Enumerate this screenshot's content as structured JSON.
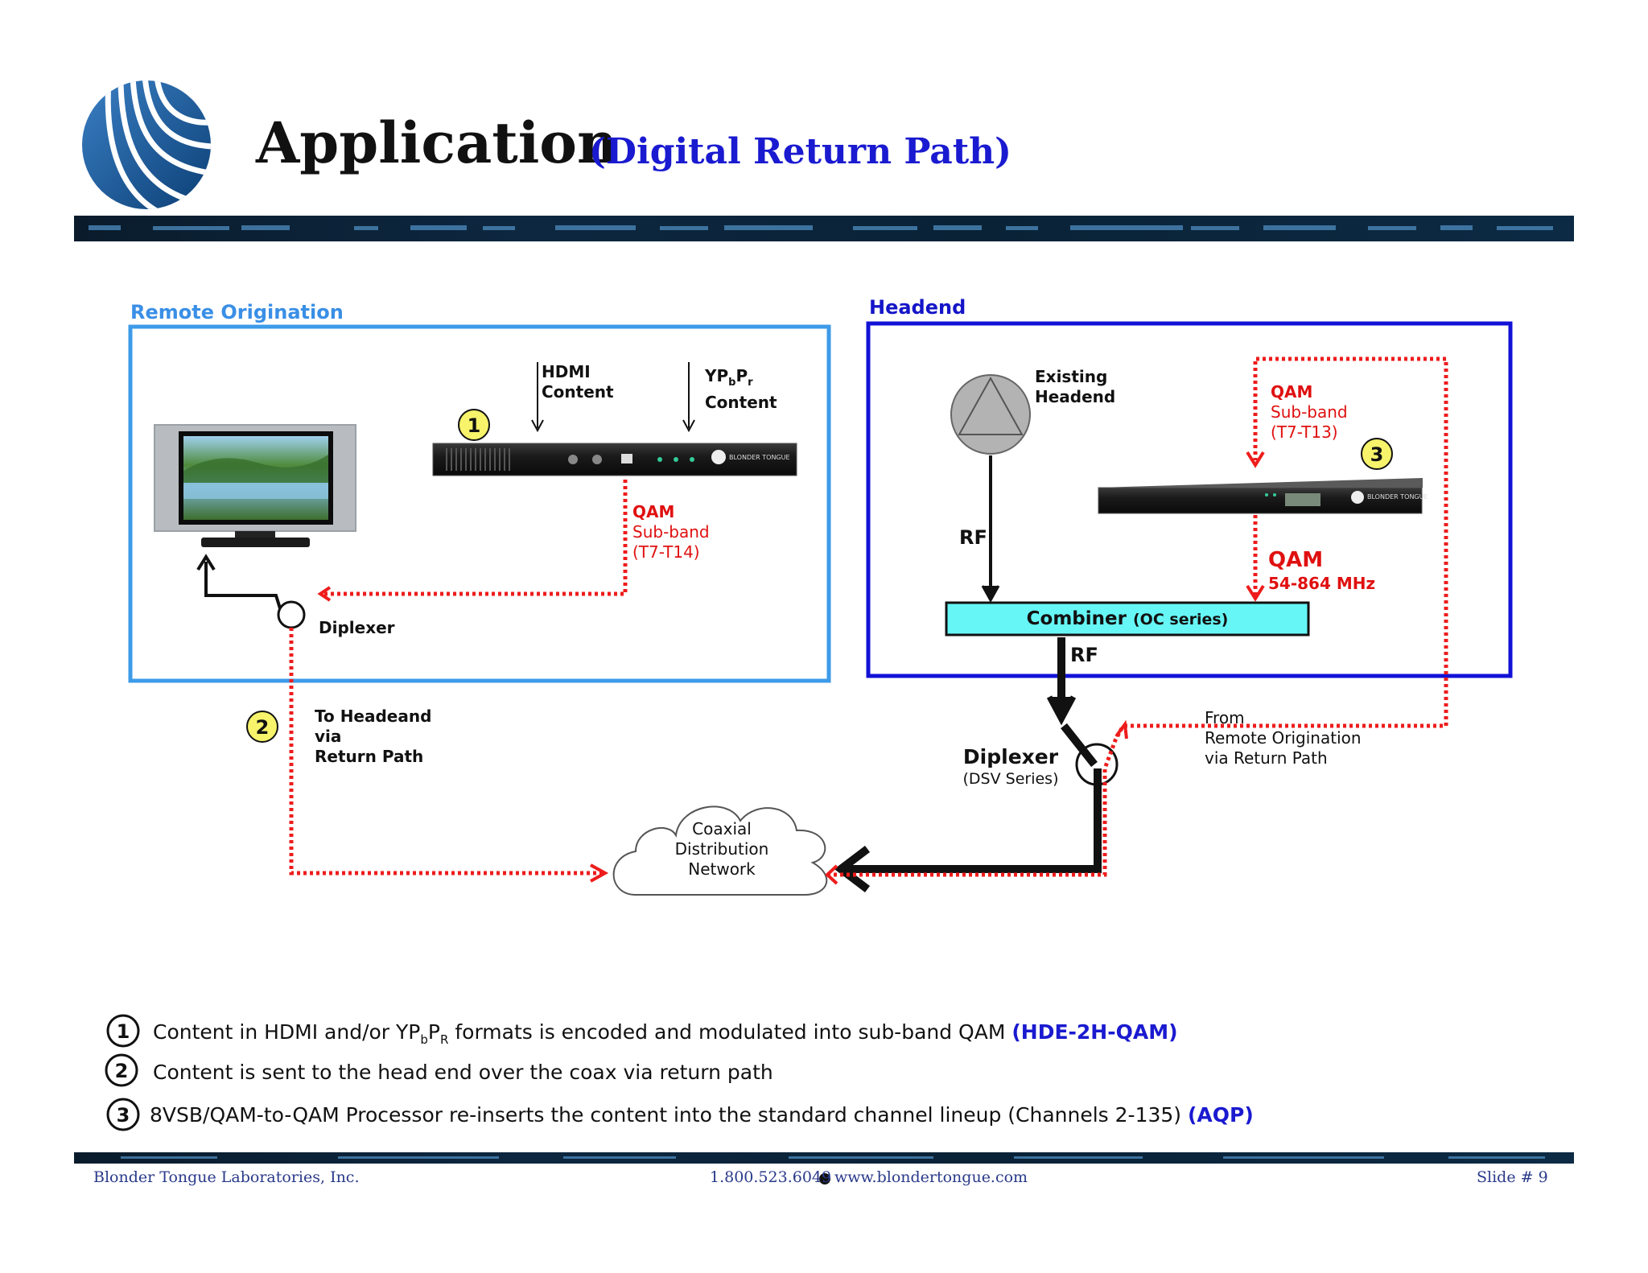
{
  "header": {
    "title": "Application",
    "subtitle": "(Digital Return Path)"
  },
  "sections": {
    "remote_origination": "Remote Origination",
    "headend": "Headend"
  },
  "remote": {
    "hdmi_label_1": "HDMI",
    "hdmi_label_2": "Content",
    "ypbpr_label_1": "YP",
    "ypbpr_sub_b": "b",
    "ypbpr_P": "P",
    "ypbpr_sub_r": "r",
    "ypbpr_label_2": "Content",
    "qam_1": "QAM",
    "qam_2": "Sub-band",
    "qam_3": "(T7-T14)",
    "diplexer": "Diplexer",
    "to_headend_1": "To Headeand",
    "to_headend_2": "via",
    "to_headend_3": "Return Path"
  },
  "headend": {
    "existing_1": "Existing",
    "existing_2": "Headend",
    "qam_1": "QAM",
    "qam_2": "Sub-band",
    "qam_3": "(T7-T13)",
    "rf_left": "RF",
    "qam_out_1": "QAM",
    "qam_out_2": "54-864 MHz",
    "combiner": "Combiner",
    "combiner_series": "(OC series)",
    "rf_below": "RF",
    "diplexer": "Diplexer",
    "diplexer_series": "(DSV Series)",
    "from_1": "From",
    "from_2": "Remote Origination",
    "from_3": "via Return Path"
  },
  "cloud": {
    "line1": "Coaxial",
    "line2": "Distribution",
    "line3": "Network"
  },
  "badges": [
    "1",
    "2",
    "3"
  ],
  "device_brand": "BLONDER TONGUE",
  "steps": [
    {
      "num": "1",
      "text_a": "Content in HDMI and/or YP",
      "sub1": "b",
      "text_b": "P",
      "sub2": "R",
      "text_c": " formats is encoded and modulated into sub-band QAM ",
      "product": "(HDE-2H-QAM)"
    },
    {
      "num": "2",
      "text": "Content is sent to the head end over the coax via return path"
    },
    {
      "num": "3",
      "text": "8VSB/QAM-to-QAM Processor re-inserts the content into the standard channel lineup (Channels 2-135) ",
      "product": "(AQP)"
    }
  ],
  "footer": {
    "company": "Blonder Tongue Laboratories, Inc.",
    "phone": "1.800.523.6049",
    "website": "www.blondertongue.com",
    "slide": "Slide # 9"
  },
  "colors": {
    "remote_box": "#3d9be9",
    "headend_box": "#1212d6",
    "return_path": "#ee1c1c",
    "combiner_fill": "#66f6f6",
    "badge_fill": "#f7f36a",
    "title_accent": "#1a1ad0"
  }
}
